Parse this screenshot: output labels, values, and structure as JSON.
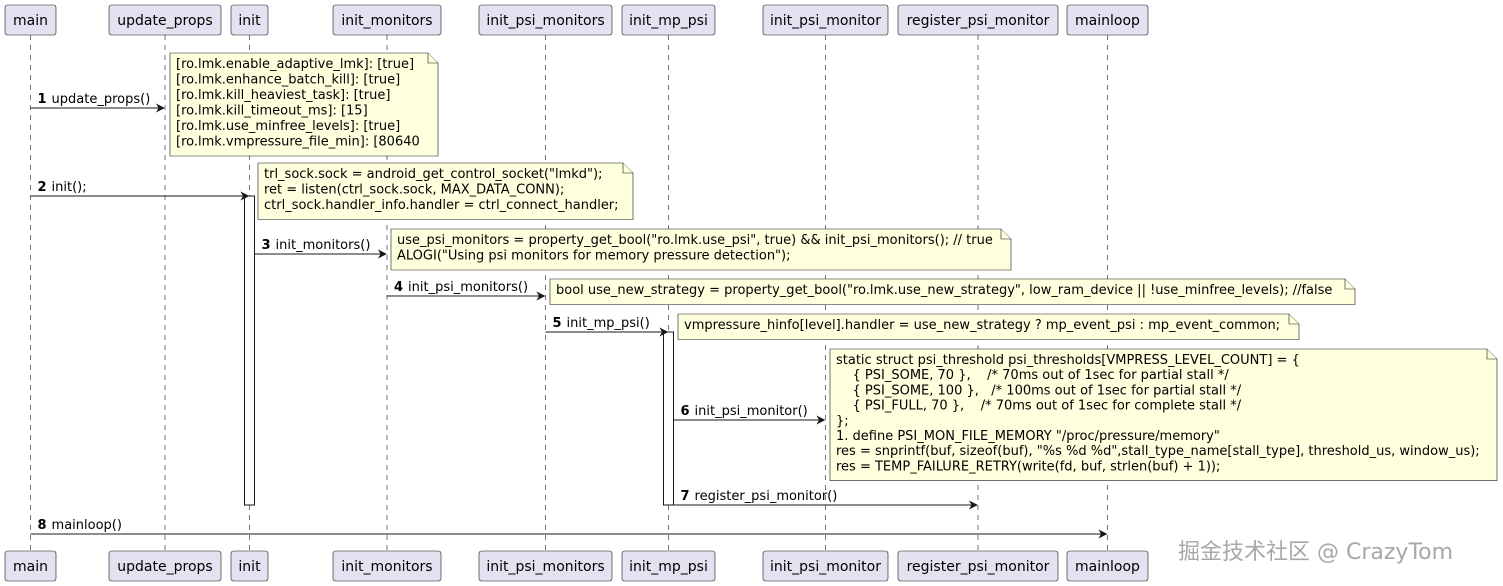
{
  "participants": [
    "main",
    "update_props",
    "init",
    "init_monitors",
    "init_psi_monitors",
    "init_mp_psi",
    "init_psi_monitor",
    "register_psi_monitor",
    "mainloop"
  ],
  "messages": [
    {
      "num": "1",
      "label": "update_props()",
      "from": 0,
      "to": 1
    },
    {
      "num": "2",
      "label": "init();",
      "from": 0,
      "to": 2
    },
    {
      "num": "3",
      "label": "init_monitors()",
      "from": 2,
      "to": 3
    },
    {
      "num": "4",
      "label": "init_psi_monitors()",
      "from": 3,
      "to": 4
    },
    {
      "num": "5",
      "label": "init_mp_psi()",
      "from": 4,
      "to": 5
    },
    {
      "num": "6",
      "label": "init_psi_monitor()",
      "from": 5,
      "to": 6
    },
    {
      "num": "7",
      "label": "register_psi_monitor()",
      "from": 5,
      "to": 7
    },
    {
      "num": "8",
      "label": "mainloop()",
      "from": 0,
      "to": 8
    }
  ],
  "notes": [
    {
      "lines": [
        "[ro.lmk.enable_adaptive_lmk]: [true]",
        "[ro.lmk.enhance_batch_kill]: [true]",
        "[ro.lmk.kill_heaviest_task]: [true]",
        "[ro.lmk.kill_timeout_ms]: [15]",
        "[ro.lmk.use_minfree_levels]: [true]",
        "[ro.lmk.vmpressure_file_min]: [80640"
      ]
    },
    {
      "lines": [
        "trl_sock.sock = android_get_control_socket(\"lmkd\");",
        "ret = listen(ctrl_sock.sock, MAX_DATA_CONN);",
        "ctrl_sock.handler_info.handler = ctrl_connect_handler;"
      ]
    },
    {
      "lines": [
        "use_psi_monitors = property_get_bool(\"ro.lmk.use_psi\", true) && init_psi_monitors(); // true",
        "ALOGI(\"Using psi monitors for memory pressure detection\");"
      ]
    },
    {
      "lines": [
        "bool use_new_strategy = property_get_bool(\"ro.lmk.use_new_strategy\", low_ram_device || !use_minfree_levels); //false"
      ]
    },
    {
      "lines": [
        "vmpressure_hinfo[level].handler = use_new_strategy ? mp_event_psi : mp_event_common;"
      ]
    },
    {
      "lines": [
        "static struct psi_threshold psi_thresholds[VMPRESS_LEVEL_COUNT] = {",
        "    { PSI_SOME, 70 },    /* 70ms out of 1sec for partial stall */",
        "    { PSI_SOME, 100 },   /* 100ms out of 1sec for partial stall */",
        "    { PSI_FULL, 70 },    /* 70ms out of 1sec for complete stall */",
        "};",
        "1. define PSI_MON_FILE_MEMORY \"/proc/pressure/memory\"",
        "res = snprintf(buf, sizeof(buf), \"%s %d %d\",stall_type_name[stall_type], threshold_us, window_us);",
        "res = TEMP_FAILURE_RETRY(write(fd, buf, strlen(buf) + 1));"
      ]
    }
  ],
  "watermark": "掘金技术社区 @ CrazyTom"
}
